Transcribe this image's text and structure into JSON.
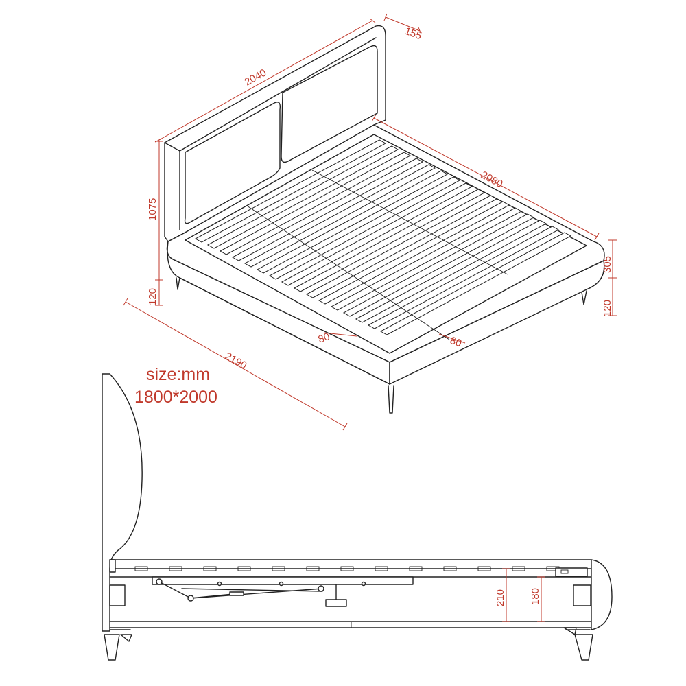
{
  "size_note": {
    "line1": "size:mm",
    "line2": "1800*2000"
  },
  "dimensions": {
    "headboard_width": "2040",
    "headboard_thickness": "155",
    "headboard_height": "1075",
    "leg_height_left": "120",
    "overall_length": "2190",
    "frame_length": "2080",
    "side_rail_height": "305",
    "leg_height_right": "120",
    "slat_gap_left": "80",
    "slat_gap_right": "80",
    "side_frame_height": "210",
    "side_inner_height": "180"
  },
  "colors": {
    "dimension": "#c0392b",
    "outline": "#222222"
  }
}
